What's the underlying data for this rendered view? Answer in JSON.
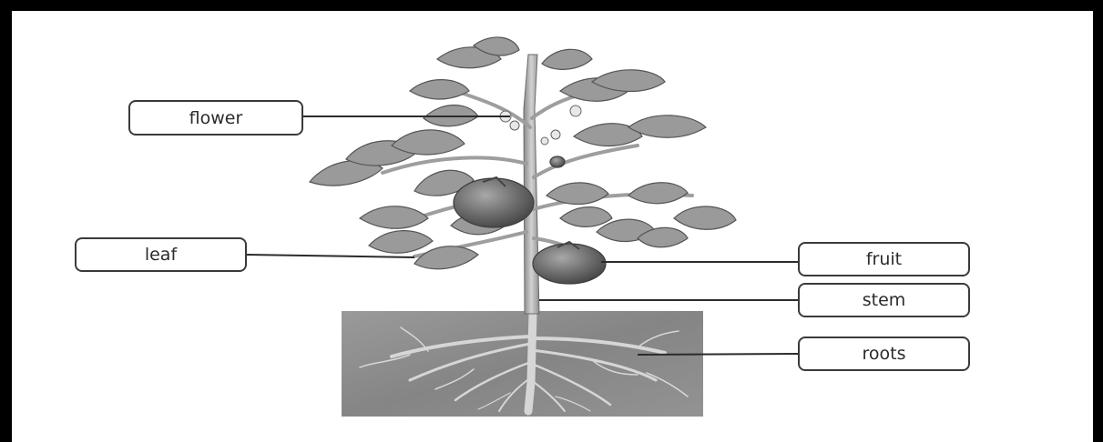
{
  "labels": {
    "flower": "flower",
    "leaf": "leaf",
    "fruit": "fruit",
    "stem": "stem",
    "roots": "roots"
  },
  "colors": {
    "frame": "#000000",
    "soil": "#8a8a8a",
    "leaf": "#9a9a9a",
    "leaf_edge": "#555555",
    "stem": "#bcbcbc",
    "fruit": "#6e6e6e",
    "leader_line": "#2b2b2b",
    "label_border": "#3a3a3a"
  }
}
